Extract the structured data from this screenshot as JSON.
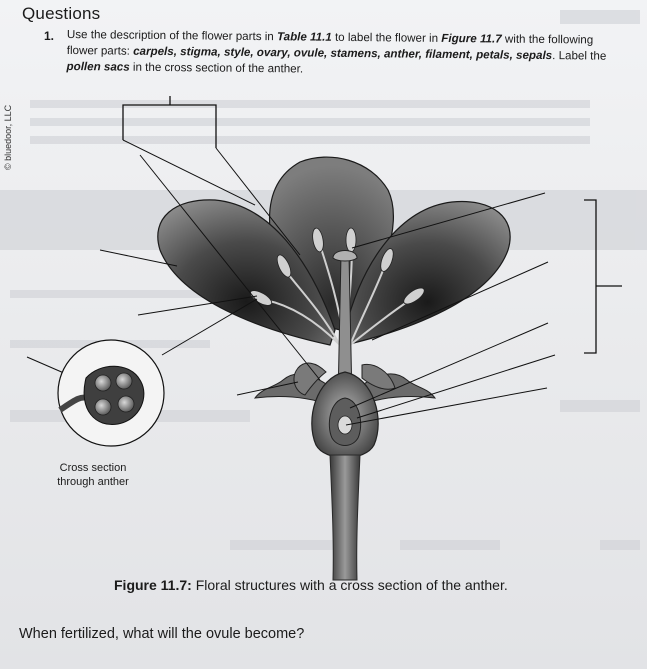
{
  "section_heading": "Questions",
  "question": {
    "number": "1.",
    "seg1": "Use the description of the flower parts in ",
    "table_ref": "Table 11.1",
    "seg2": " to label the flower in ",
    "figure_ref": "Figure 11.7",
    "seg3": " with the following flower parts: ",
    "parts_list": "carpels, stigma, style, ovary, ovule, stamens, anther, filament, petals, sepals",
    "seg4": ". Label the ",
    "pollen_term": "pollen sacs",
    "seg5": " in the cross section of the anther."
  },
  "copyright": "© bluedoor, LLC",
  "inset_caption": "Cross section through anther",
  "figure_caption": {
    "label": "Figure 11.7:",
    "text": " Floral structures with a cross section of the anther."
  },
  "final_question": "When fertilized, what will the ovule become?"
}
